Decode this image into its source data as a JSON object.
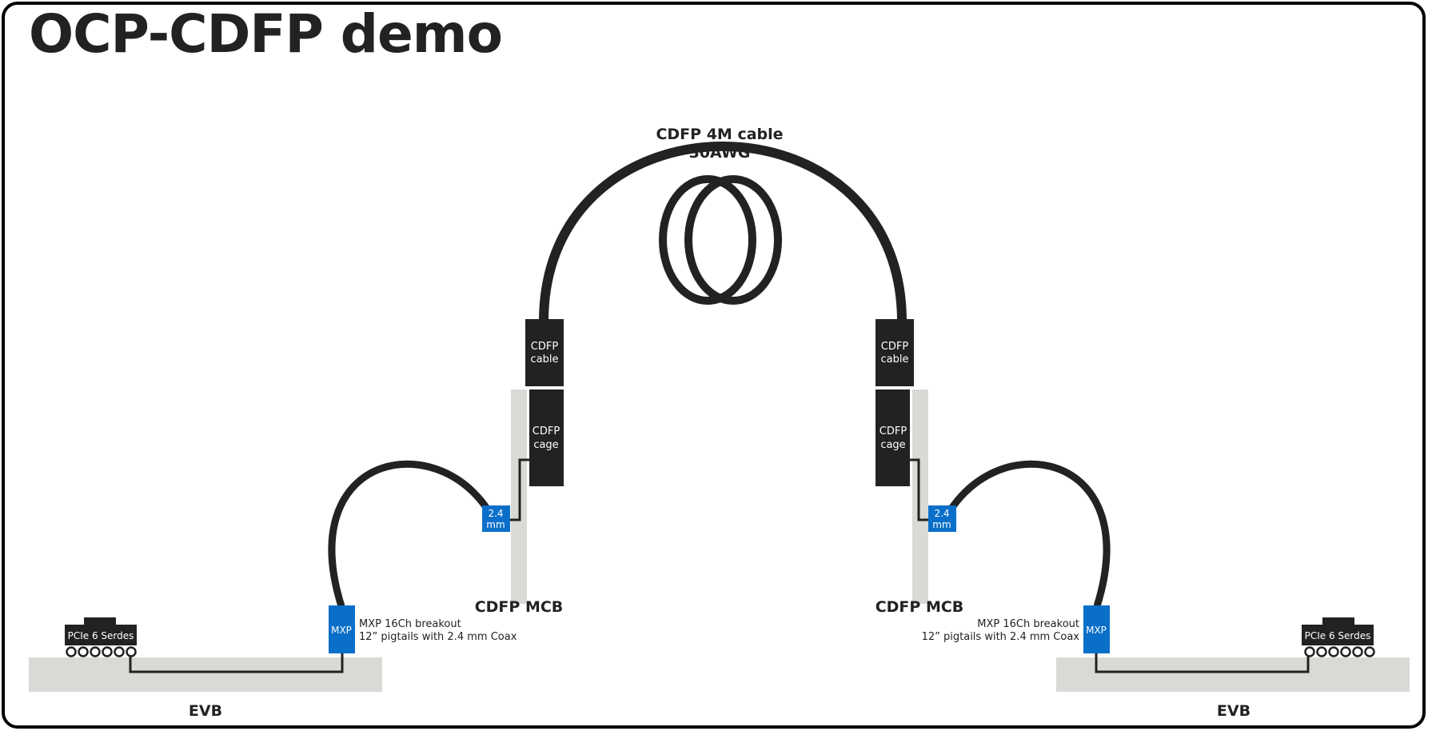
{
  "title": "OCP-CDFP demo",
  "cable_label": {
    "line1": "CDFP 4M cable",
    "line2": "30AWG"
  },
  "left": {
    "cdfp_cable": [
      "CDFP",
      "cable"
    ],
    "cdfp_cage": [
      "CDFP",
      "cage"
    ],
    "coax_connector": [
      "2.4",
      "mm"
    ],
    "mcb_label": "CDFP MCB",
    "mxp_label": "MXP",
    "mxp_caption": [
      "MXP 16Ch breakout",
      "12” pigtails with 2.4 mm Coax"
    ],
    "serdes_label": "PCIe 6 Serdes",
    "evb_label": "EVB"
  },
  "right": {
    "cdfp_cable": [
      "CDFP",
      "cable"
    ],
    "cdfp_cage": [
      "CDFP",
      "cage"
    ],
    "coax_connector": [
      "2.4",
      "mm"
    ],
    "mcb_label": "CDFP MCB",
    "mxp_label": "MXP",
    "mxp_caption": [
      "MXP 16Ch breakout",
      "12” pigtails with 2.4 mm Coax"
    ],
    "serdes_label": "PCIe 6 Serdes",
    "evb_label": "EVB"
  },
  "colors": {
    "dark": "#222222",
    "blue": "#0a6fc9",
    "board_grey": "#d9d9d5",
    "white": "#ffffff"
  }
}
